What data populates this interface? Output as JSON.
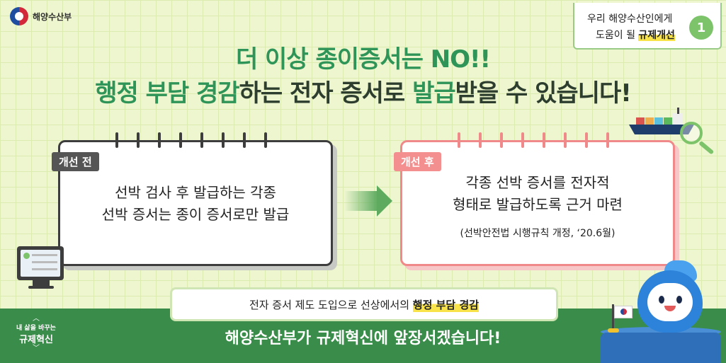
{
  "header": {
    "ministry": "해양수산부",
    "badge_line1": "우리 해양수산인에게",
    "badge_line2_prefix": "도움이 될 ",
    "badge_line2_highlight": "규제개선",
    "badge_number": "1"
  },
  "headline": {
    "line1": "더 이상 종이증서는 NO!!",
    "line2_parts": [
      "행정 부담 경감",
      "하는 전자 증서로 ",
      "발급",
      "받을 수 있습니다!"
    ]
  },
  "before": {
    "tag": "개선 전",
    "line1": "선박 검사 후 발급하는 각종",
    "line2": "선박 증서는 종이 증서로만 발급"
  },
  "after": {
    "tag": "개선 후",
    "line1": "각종 선박 증서를 전자적",
    "line2": "형태로 발급하도록 근거 마련",
    "note": "(선박안전법 시행규칙 개정, ‘20.6월)"
  },
  "callout": {
    "prefix": "전자 증서 제도 도입으로 선상에서의 ",
    "highlight": "행정 부담 경감"
  },
  "footer": {
    "side_small": "내 삶을 바꾸는",
    "side_big": "규제혁신",
    "slogan": "해양수산부가 규제혁신에 앞장서겠습니다!"
  },
  "colors": {
    "accent_green": "#2e9457",
    "band_green": "#3a8c4a",
    "after_red": "#f08a8a",
    "highlight_yellow": "#f8e34a"
  }
}
